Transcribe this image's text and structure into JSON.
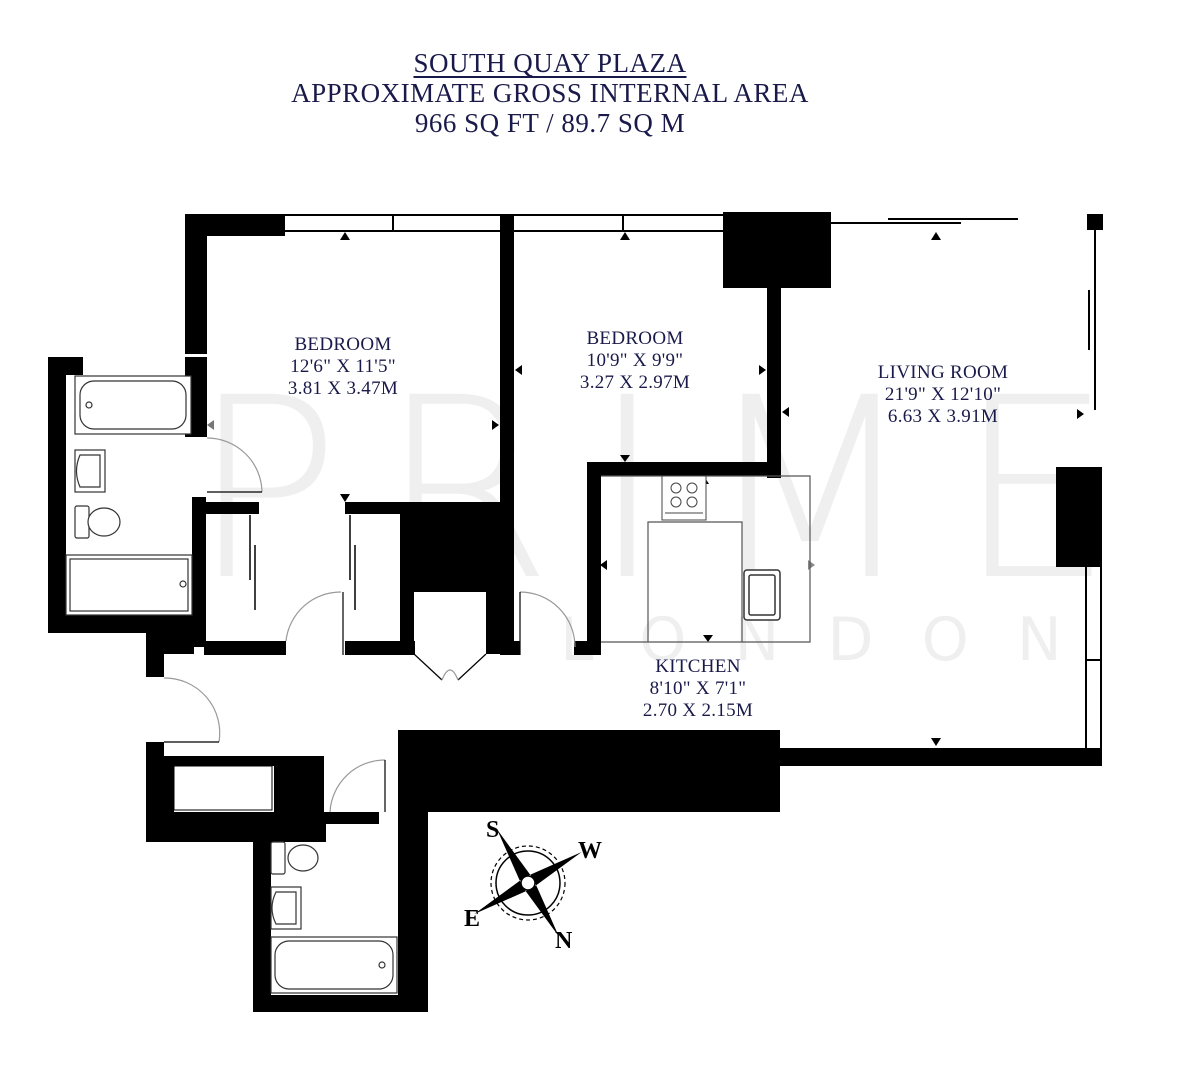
{
  "header": {
    "title": "South Quay Plaza",
    "subtitle": "Approximate Gross Internal Area",
    "area": "966 SQ FT / 89.7 SQ M"
  },
  "rooms": [
    {
      "name": "Bedroom",
      "imperial": "12'6\" X 11'5\"",
      "metric": "3.81 X 3.47M"
    },
    {
      "name": "Bedroom",
      "imperial": "10'9\" X 9'9\"",
      "metric": "3.27 X 2.97M"
    },
    {
      "name": "Living Room",
      "imperial": "21'9\" X 12'10\"",
      "metric": "6.63 X 3.91M"
    },
    {
      "name": "Kitchen",
      "imperial": "8'10\" X 7'1\"",
      "metric": "2.70 X 2.15M"
    }
  ],
  "compass": {
    "north": "N",
    "south": "S",
    "east": "E",
    "west": "W"
  },
  "watermark": {
    "brand": "PRIME",
    "sub": "LONDON"
  },
  "colors": {
    "wall": "#000000",
    "text": "#1a1a4a",
    "fixture": "#444444",
    "door_arc": "#999999"
  }
}
